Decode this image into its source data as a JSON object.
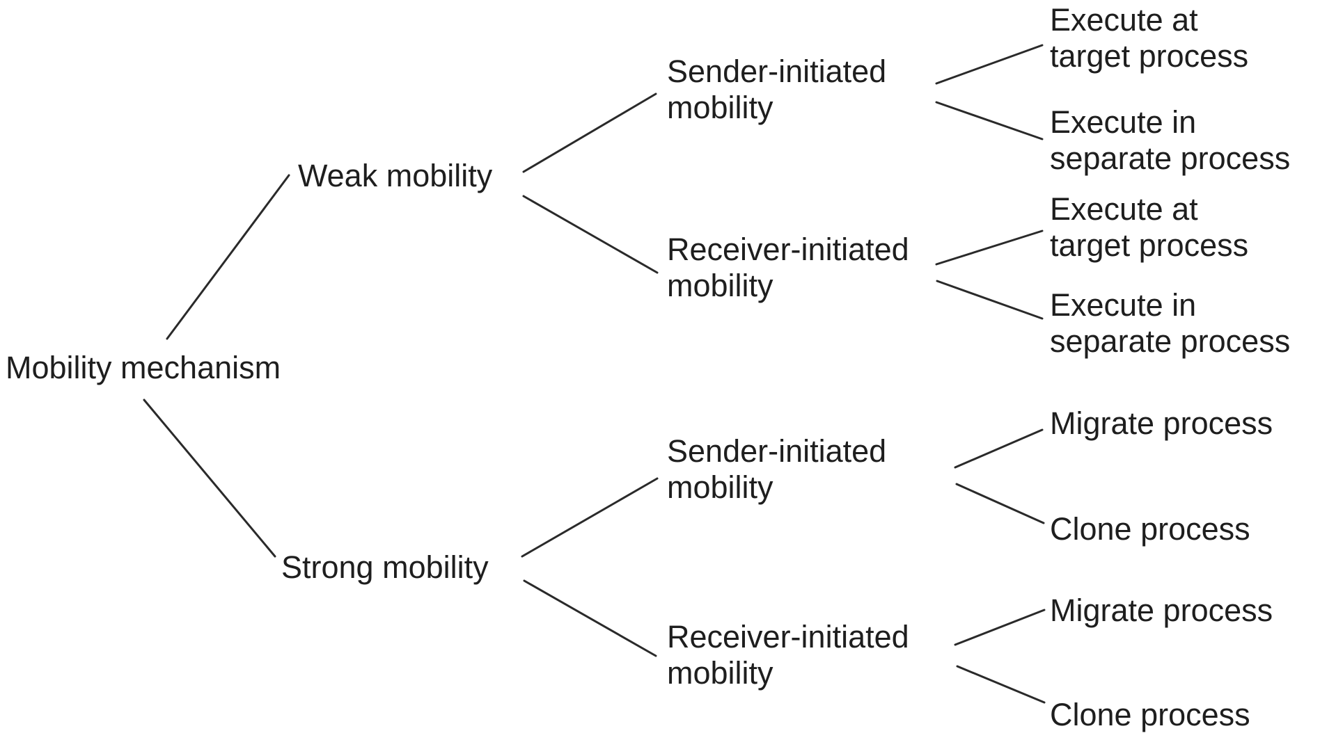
{
  "style": {
    "background": "#ffffff",
    "text_color": "#1e1e1e",
    "line_color": "#2a2a2a"
  },
  "tree": {
    "root": {
      "label": "Mobility mechanism",
      "children": [
        {
          "label": "Weak mobility",
          "children": [
            {
              "label_lines": [
                "Sender-initiated",
                "mobility"
              ],
              "children": [
                {
                  "label_lines": [
                    "Execute at",
                    "target process"
                  ]
                },
                {
                  "label_lines": [
                    "Execute in",
                    "separate process"
                  ]
                }
              ]
            },
            {
              "label_lines": [
                "Receiver-initiated",
                "mobility"
              ],
              "children": [
                {
                  "label_lines": [
                    "Execute at",
                    "target process"
                  ]
                },
                {
                  "label_lines": [
                    "Execute in",
                    "separate process"
                  ]
                }
              ]
            }
          ]
        },
        {
          "label": "Strong mobility",
          "children": [
            {
              "label_lines": [
                "Sender-initiated",
                "mobility"
              ],
              "children": [
                {
                  "label": "Migrate process"
                },
                {
                  "label": "Clone process"
                }
              ]
            },
            {
              "label_lines": [
                "Receiver-initiated",
                "mobility"
              ],
              "children": [
                {
                  "label": "Migrate process"
                },
                {
                  "label": "Clone process"
                }
              ]
            }
          ]
        }
      ]
    }
  }
}
